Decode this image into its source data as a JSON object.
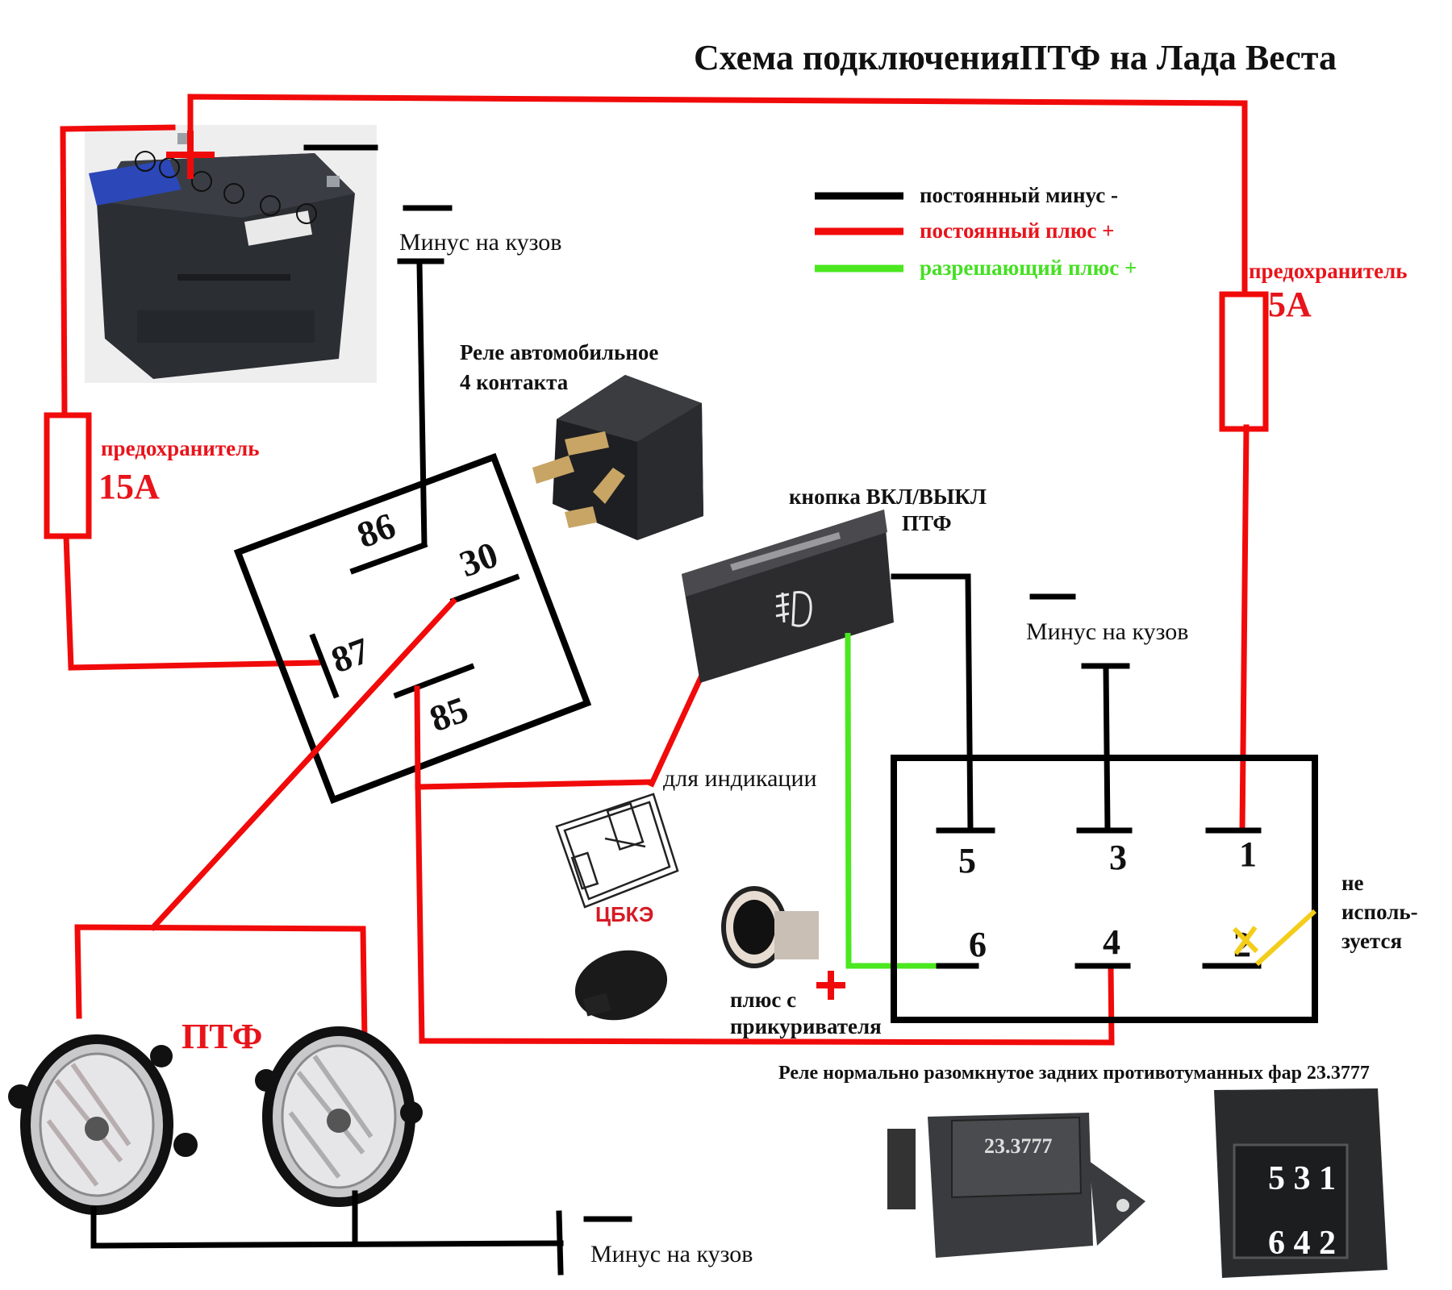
{
  "title": "Схема подключенияПТФ на Лада Веста",
  "legend": {
    "items": [
      {
        "label": "постоянный минус -",
        "color": "#000000"
      },
      {
        "label": "постоянный плюс +",
        "color": "#f10a0a"
      },
      {
        "label": "разрешающий плюс +",
        "color": "#4be71f"
      }
    ]
  },
  "battery": {
    "plus_symbol": "+",
    "icon": "car-battery-icon"
  },
  "fuses": [
    {
      "label": "предохранитель",
      "rating": "15A"
    },
    {
      "label": "предохранитель",
      "rating": "5A"
    }
  ],
  "ground": {
    "minus_symbol": "—",
    "label": "Минус на кузов"
  },
  "relay4": {
    "caption_line1": "Реле автомобильное",
    "caption_line2": "4 контакта",
    "pins": [
      "86",
      "30",
      "87",
      "85"
    ]
  },
  "switch": {
    "caption_line1": "кнопка ВКЛ/ВЫКЛ",
    "caption_line2": "ПТФ",
    "icon": "fog-light-icon"
  },
  "indication": {
    "label": "для индикации",
    "module_label": "ЦБКЭ"
  },
  "lighter": {
    "plus_symbol": "+",
    "label_line1": "плюс с",
    "label_line2": "прикуривателя"
  },
  "fog_lights": {
    "label": "ПТФ"
  },
  "relay6": {
    "pins_top": [
      "5",
      "3",
      "1"
    ],
    "pins_bottom": [
      "6",
      "4",
      "2"
    ],
    "unused_pin": "2",
    "unused_label_line1": "не",
    "unused_label_line2": "исполь-",
    "unused_label_line3": "зуется",
    "caption": "Реле нормально разомкнутое  задних противотуманных фар 23.3777",
    "photo_marking": "23.3777",
    "connector_top": "5 3 1",
    "connector_bottom": "6 4 2"
  }
}
